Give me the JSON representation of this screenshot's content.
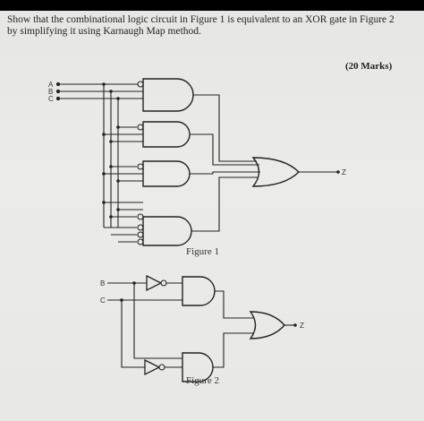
{
  "question": {
    "line1": "Show that the combinational logic circuit in Figure 1 is equivalent to an XOR gate in Figure 2",
    "line2": "by simplifying it using Karnaugh Map method.",
    "marks": "(20 Marks)"
  },
  "figure1": {
    "caption": "Figure 1",
    "inputs": [
      "A",
      "B",
      "C"
    ],
    "output": "Z"
  },
  "figure2": {
    "caption": "Figure 2",
    "inputs": [
      "B",
      "C"
    ],
    "output": "Z"
  }
}
